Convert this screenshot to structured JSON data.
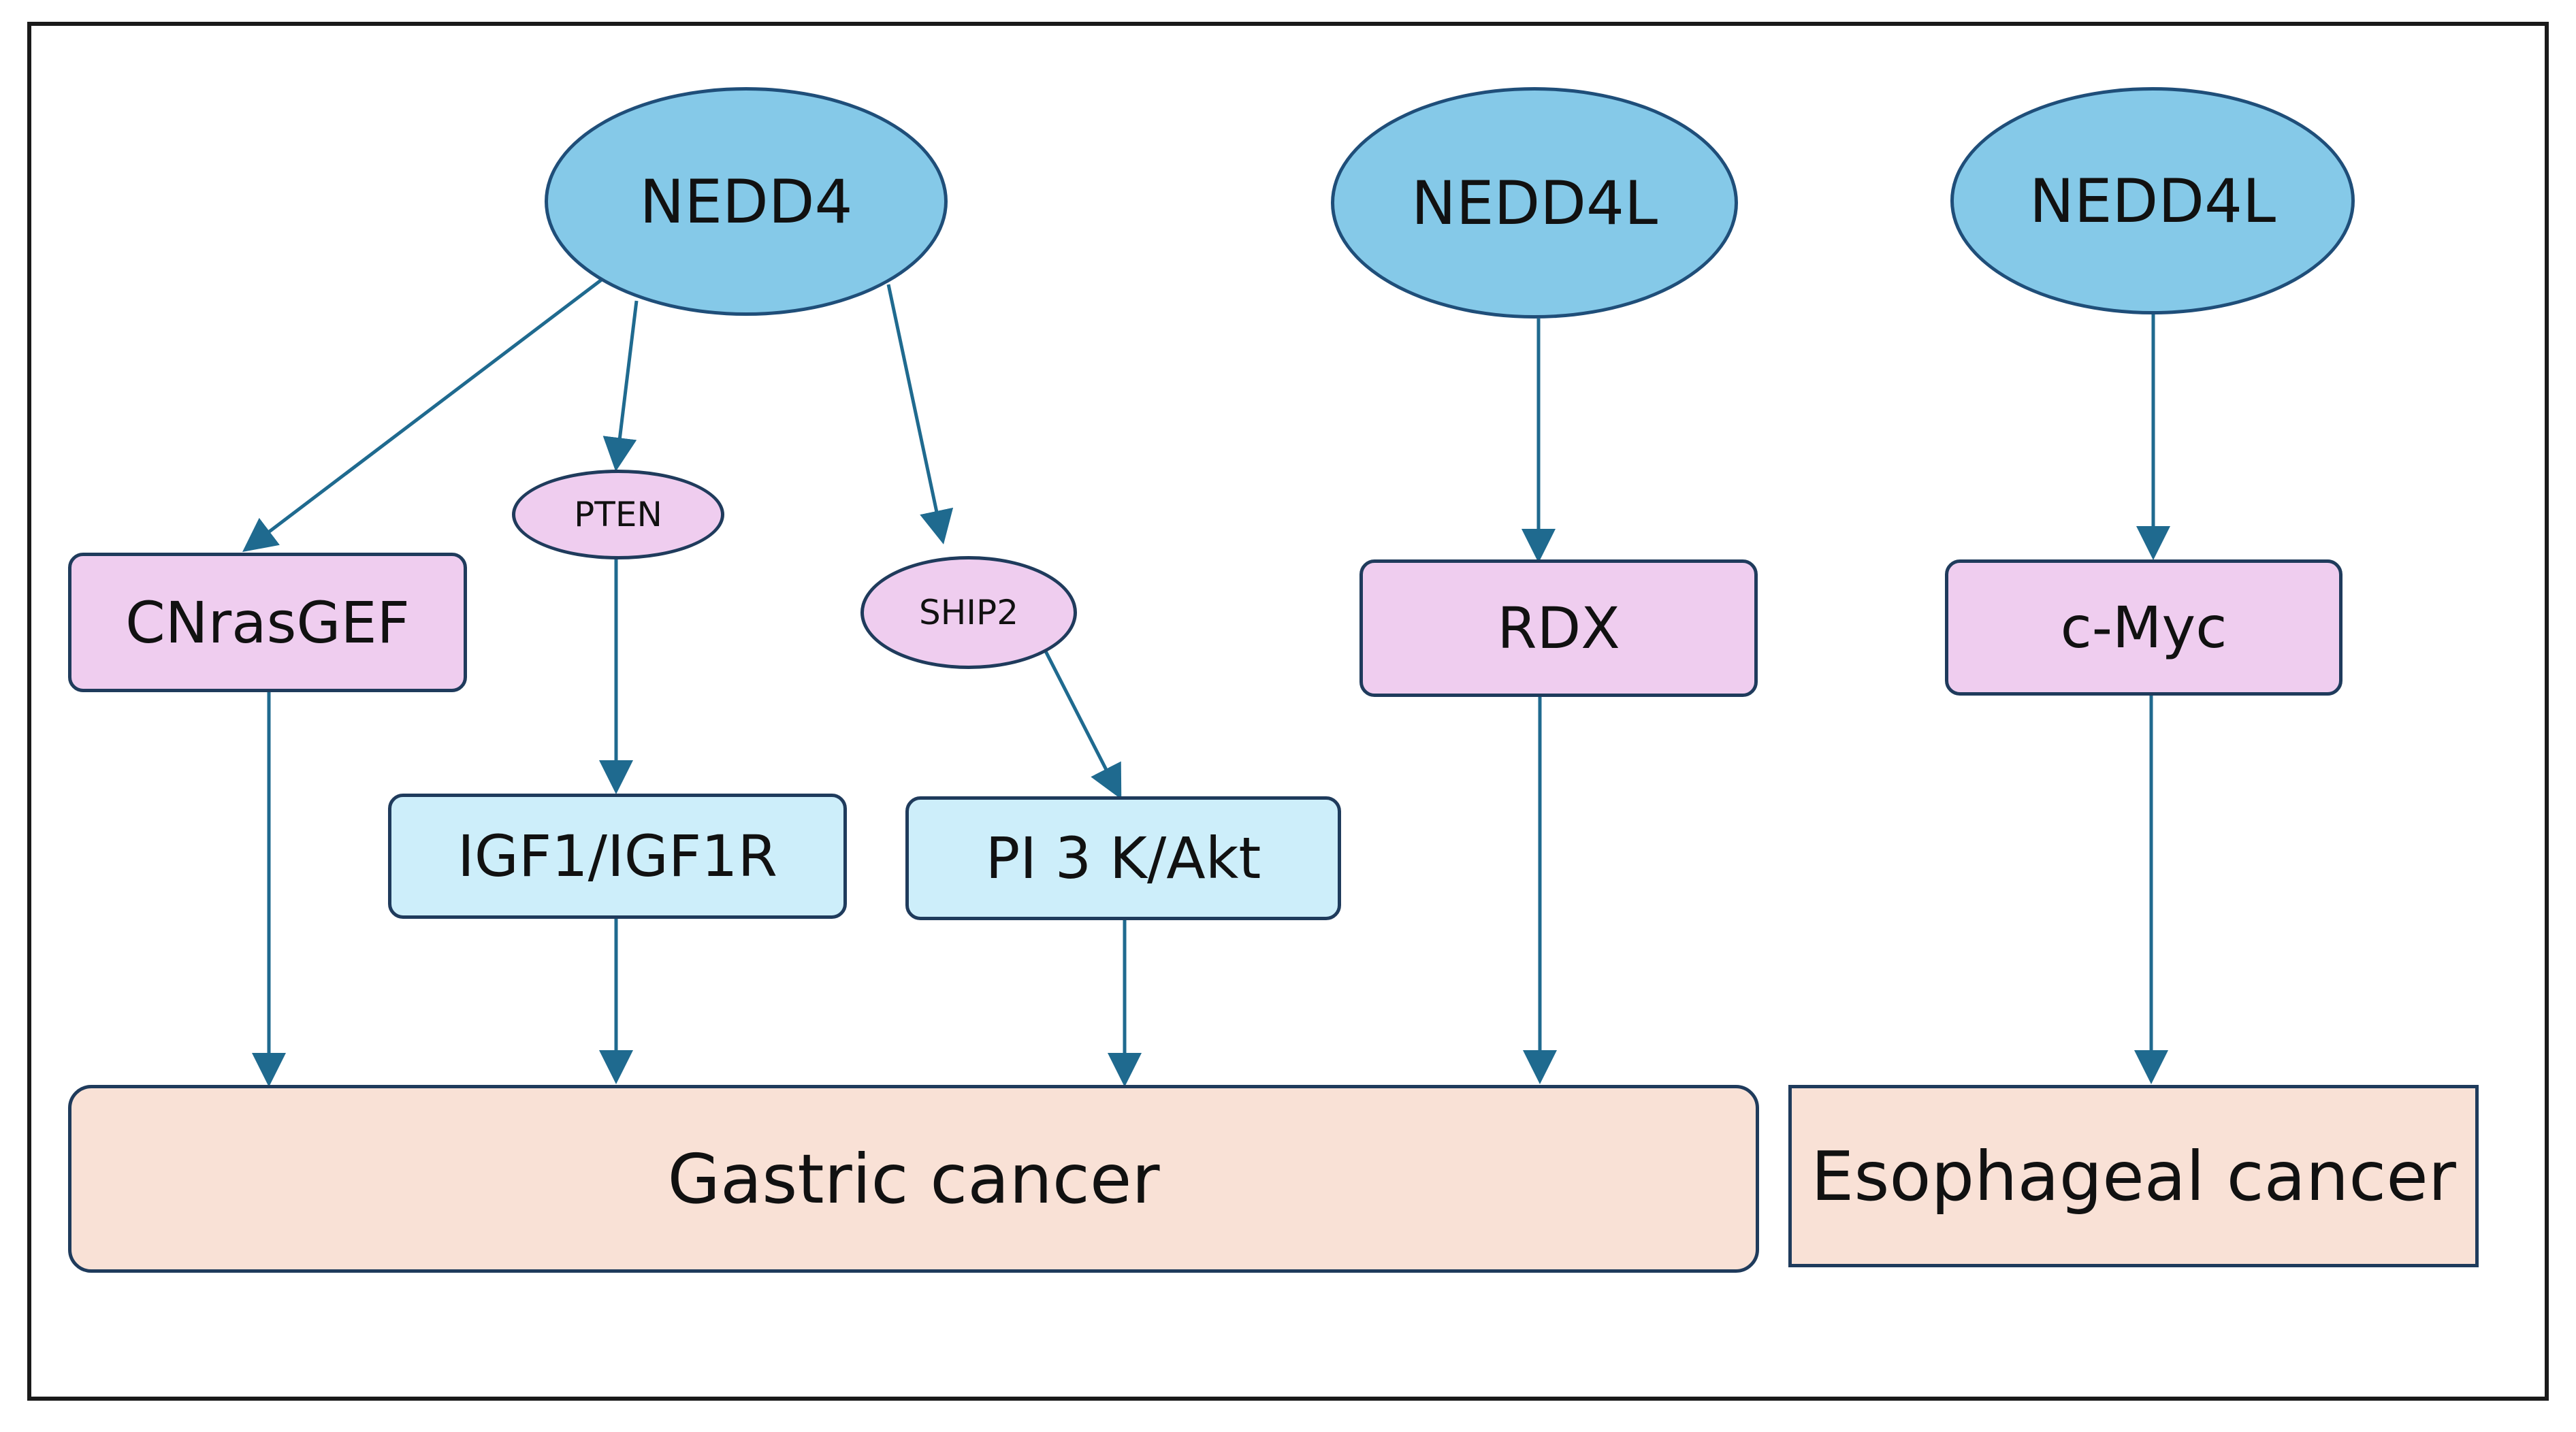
{
  "nodes": {
    "nedd4": "NEDD4",
    "nedd4l_1": "NEDD4L",
    "nedd4l_2": "NEDD4L",
    "pten": "PTEN",
    "ship2": "SHIP2",
    "cnrasgef": "CNrasGEF",
    "igf": "IGF1/IGF1R",
    "pi3k": "PI 3 K/Akt",
    "rdx": "RDX",
    "cmyc": "c-Myc",
    "gastric": "Gastric cancer",
    "esophageal": "Esophageal cancer"
  },
  "colors": {
    "arrow": "#1f6a8f",
    "ellipse_blue": "#85c9e8",
    "pink": "#efcdef",
    "light_blue": "#cdeefa",
    "peach": "#f9e1d6"
  }
}
